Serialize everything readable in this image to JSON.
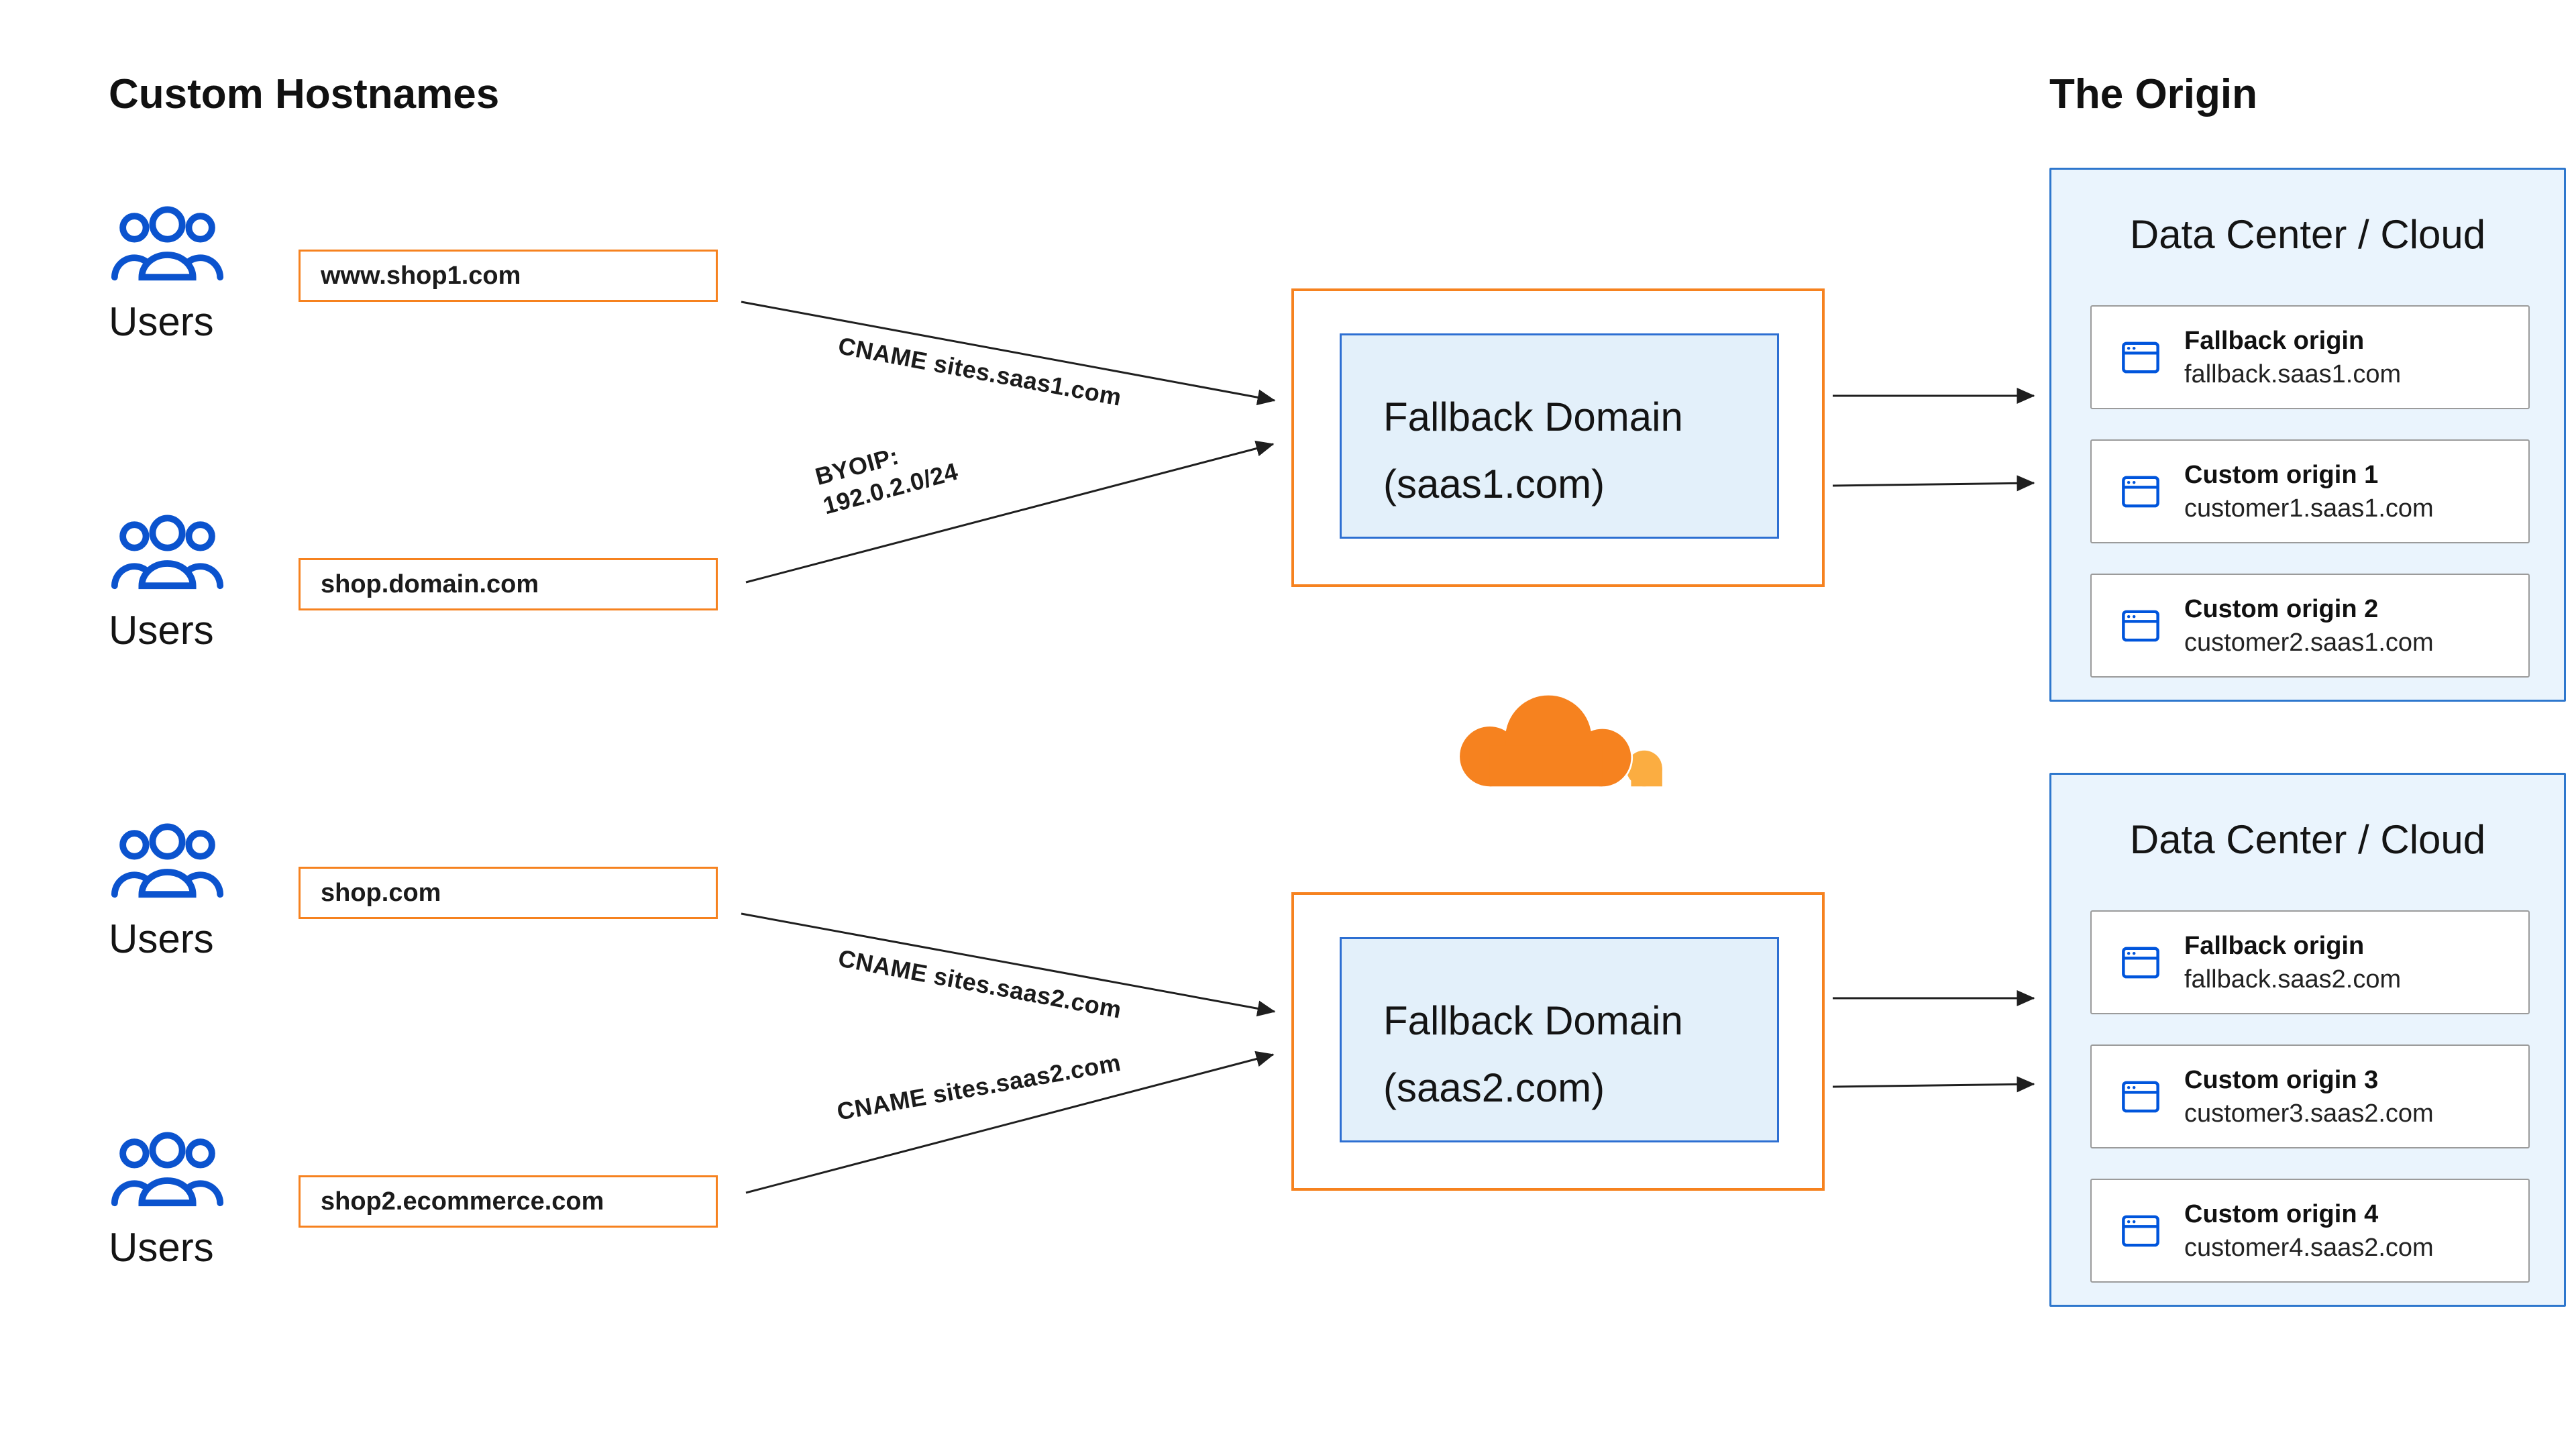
{
  "colors": {
    "orange": "#F6821F",
    "light_orange": "#FBAD41",
    "blue": "#0055DC",
    "panel_border_blue": "#2E77CD",
    "panel_fill": "#EAF4FD",
    "fallback_inner_fill": "#E3F0FA",
    "arrow": "#1f1f1f"
  },
  "headings": {
    "left": "Custom Hostnames",
    "right": "The Origin"
  },
  "users_label": "Users",
  "hostnames": [
    "www.shop1.com",
    "shop.domain.com",
    "shop.com",
    "shop2.ecommerce.com"
  ],
  "edge_labels": [
    "CNAME sites.saas1.com",
    "BYOIP:\n192.0.2.0/24",
    "CNAME sites.saas2.com",
    "CNAME sites.saas2.com"
  ],
  "fallback_domains": [
    {
      "line1": "Fallback Domain",
      "line2": "(saas1.com)"
    },
    {
      "line1": "Fallback Domain",
      "line2": "(saas2.com)"
    }
  ],
  "data_centers": [
    {
      "title": "Data Center / Cloud",
      "origins": [
        {
          "name": "Fallback origin",
          "host": "fallback.saas1.com"
        },
        {
          "name": "Custom origin 1",
          "host": "customer1.saas1.com"
        },
        {
          "name": "Custom origin 2",
          "host": "customer2.saas1.com"
        }
      ]
    },
    {
      "title": "Data Center / Cloud",
      "origins": [
        {
          "name": "Fallback origin",
          "host": "fallback.saas2.com"
        },
        {
          "name": "Custom origin 3",
          "host": "customer3.saas2.com"
        },
        {
          "name": "Custom origin 4",
          "host": "customer4.saas2.com"
        }
      ]
    }
  ]
}
